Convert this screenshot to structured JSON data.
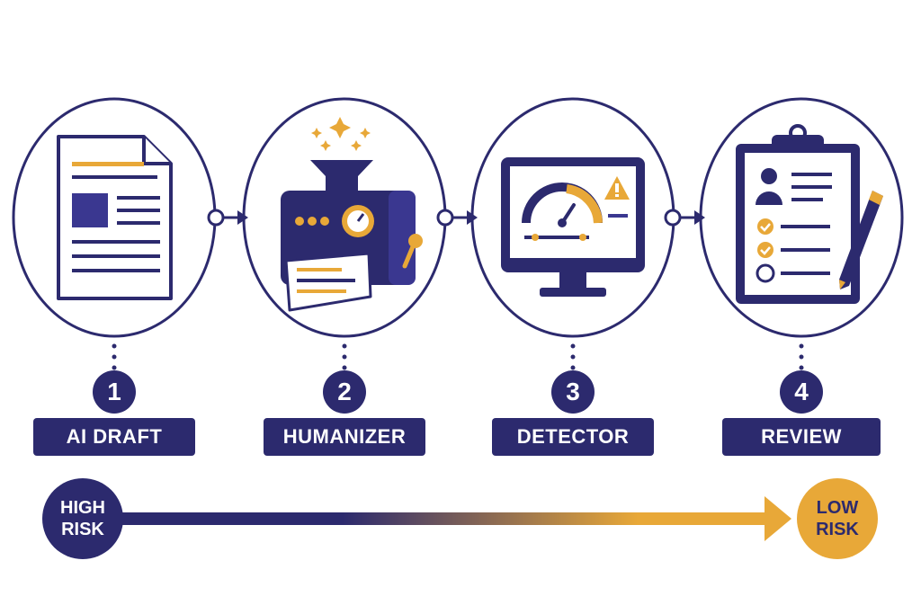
{
  "steps": [
    {
      "number": "1",
      "label": "AI DRAFT",
      "icon": "document-icon"
    },
    {
      "number": "2",
      "label": "HUMANIZER",
      "icon": "machine-icon"
    },
    {
      "number": "3",
      "label": "DETECTOR",
      "icon": "monitor-gauge-icon"
    },
    {
      "number": "4",
      "label": "REVIEW",
      "icon": "clipboard-checklist-icon"
    }
  ],
  "risk_scale": {
    "high_line1": "HIGH",
    "high_line2": "RISK",
    "low_line1": "LOW",
    "low_line2": "RISK"
  },
  "colors": {
    "navy": "#2c2a6e",
    "gold": "#e8a838",
    "light": "#f2f2f2",
    "white": "#ffffff"
  }
}
